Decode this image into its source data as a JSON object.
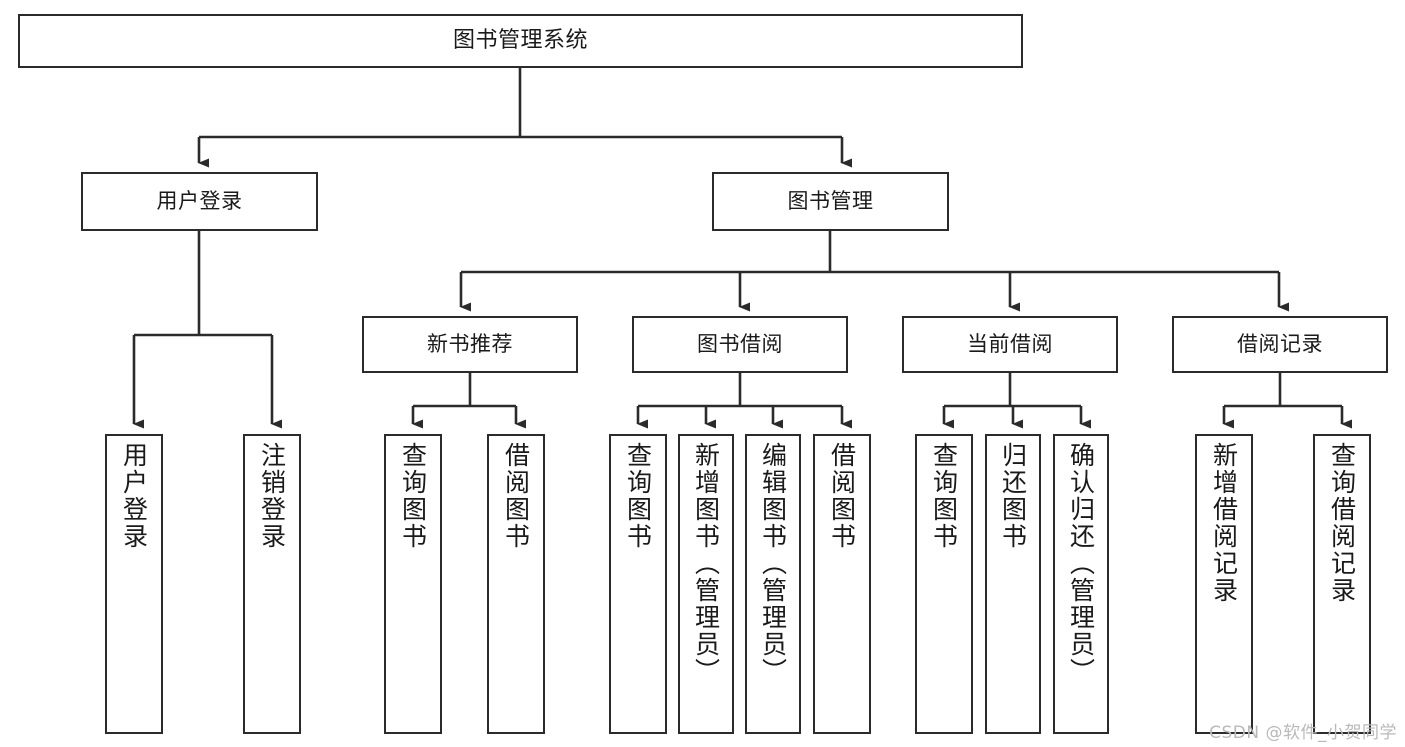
{
  "diagram": {
    "type": "tree",
    "title": "图书管理系统",
    "orientation": "top-down",
    "watermark": "CSDN @软件_小贺同学",
    "colors": {
      "box_border": "#2b2b2b",
      "box_fill": "#ffffff",
      "connector": "#2b2b2b",
      "text": "#1a1a1a",
      "watermark": "#b9b9b9"
    },
    "nodes": {
      "root": {
        "label": "图书管理系统"
      },
      "level2": [
        {
          "label": "用户登录"
        },
        {
          "label": "图书管理"
        }
      ],
      "level3": [
        {
          "label": "新书推荐"
        },
        {
          "label": "图书借阅"
        },
        {
          "label": "当前借阅"
        },
        {
          "label": "借阅记录"
        }
      ],
      "leaves": {
        "user_login": [
          {
            "label": "用户登录"
          },
          {
            "label": "注销登录"
          }
        ],
        "new_book_recommend": [
          {
            "label": "查询图书"
          },
          {
            "label": "借阅图书"
          }
        ],
        "book_borrow": [
          {
            "label": "查询图书"
          },
          {
            "label": "新增图书（管理员）"
          },
          {
            "label": "编辑图书（管理员）"
          },
          {
            "label": "借阅图书"
          }
        ],
        "current_borrow": [
          {
            "label": "查询图书"
          },
          {
            "label": "归还图书"
          },
          {
            "label": "确认归还（管理员）"
          }
        ],
        "borrow_record": [
          {
            "label": "新增借阅记录"
          },
          {
            "label": "查询借阅记录"
          }
        ]
      }
    }
  }
}
